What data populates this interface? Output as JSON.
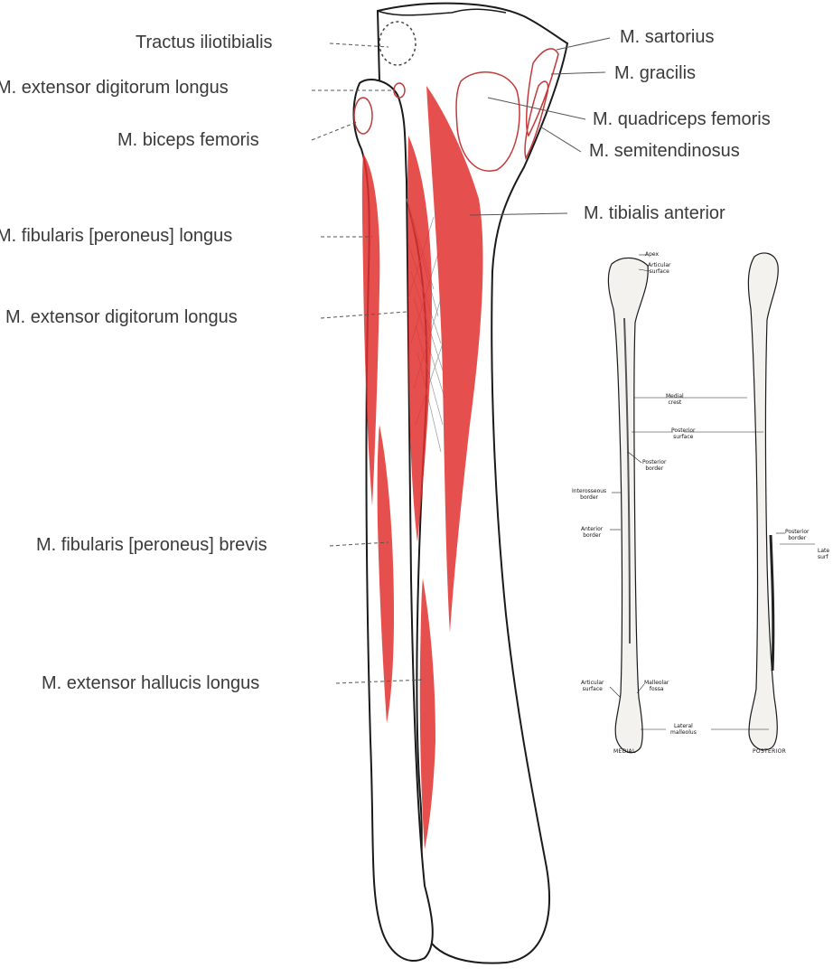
{
  "left_labels": [
    {
      "id": "tractus-iliotibialis",
      "text": "Tractus iliotibialis"
    },
    {
      "id": "extensor-digitorum-longus-top",
      "text": "M. extensor digitorum longus"
    },
    {
      "id": "biceps-femoris",
      "text": "M. biceps femoris"
    },
    {
      "id": "fibularis-longus",
      "text": "M. fibularis [peroneus] longus"
    },
    {
      "id": "extensor-digitorum-longus-mid",
      "text": "M. extensor digitorum longus"
    },
    {
      "id": "fibularis-brevis",
      "text": "M. fibularis [peroneus] brevis"
    },
    {
      "id": "extensor-hallucis-longus",
      "text": "M. extensor hallucis longus"
    }
  ],
  "right_labels": [
    {
      "id": "sartorius",
      "text": "M. sartorius"
    },
    {
      "id": "gracilis",
      "text": "M. gracilis"
    },
    {
      "id": "quadriceps-femoris",
      "text": "M. quadriceps femoris"
    },
    {
      "id": "semitendinosus",
      "text": "M. semitendinosus"
    },
    {
      "id": "tibialis-anterior",
      "text": "M. tibialis anterior"
    }
  ],
  "inset": {
    "labels": {
      "apex": "Apex",
      "articular_surface_top": "Articular\nsurface",
      "medial_crest": "Medial\ncrest",
      "posterior_surface": "Posterior\nsurface",
      "posterior_border_a": "Posterior\nborder",
      "interosseous_border": "Interosseous\nborder",
      "anterior_border": "Anterior\nborder",
      "posterior_border_b": "Posterior\nborder",
      "lateral_surface_partial": "Late\nsurf",
      "articular_surface_bottom": "Articular\nsurface",
      "malleolar_fossa": "Malleolar\nfossa",
      "lateral_malleolus": "Lateral\nmalleolus"
    },
    "views": {
      "medial": "MEDIAL",
      "posterior": "POSTERIOR"
    }
  },
  "colors": {
    "muscle": "#e0312f",
    "bone_outline": "#1a1a1a",
    "label": "#3a3a3a",
    "origin_outline": "#c23a3a"
  }
}
